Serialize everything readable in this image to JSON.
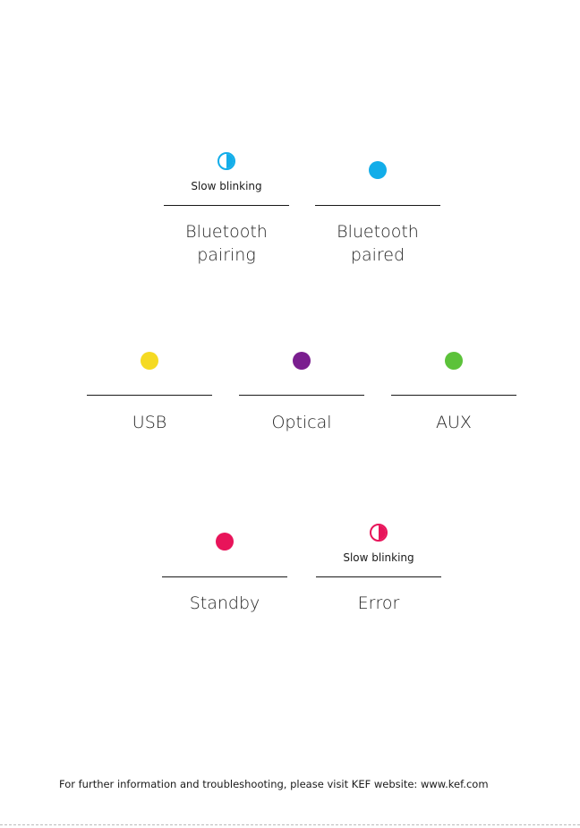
{
  "groups": [
    {
      "items": [
        {
          "label": "Bluetooth\npairing",
          "color": "#12ade9",
          "indicator": "half-filled",
          "note": "Slow blinking"
        },
        {
          "label": "Bluetooth\npaired",
          "color": "#12ade9",
          "indicator": "solid",
          "note": ""
        }
      ]
    },
    {
      "items": [
        {
          "label": "USB",
          "color": "#f5da22",
          "indicator": "solid",
          "note": ""
        },
        {
          "label": "Optical",
          "color": "#7a1e8f",
          "indicator": "solid",
          "note": ""
        },
        {
          "label": "AUX",
          "color": "#5cc23a",
          "indicator": "solid",
          "note": ""
        }
      ]
    },
    {
      "items": [
        {
          "label": "Standby",
          "color": "#e8145a",
          "indicator": "solid",
          "note": ""
        },
        {
          "label": "Error",
          "color": "#e8145a",
          "indicator": "half-filled",
          "note": "Slow blinking"
        }
      ]
    }
  ],
  "footer": {
    "text": "For further information and troubleshooting, please visit KEF website: www.kef.com"
  }
}
